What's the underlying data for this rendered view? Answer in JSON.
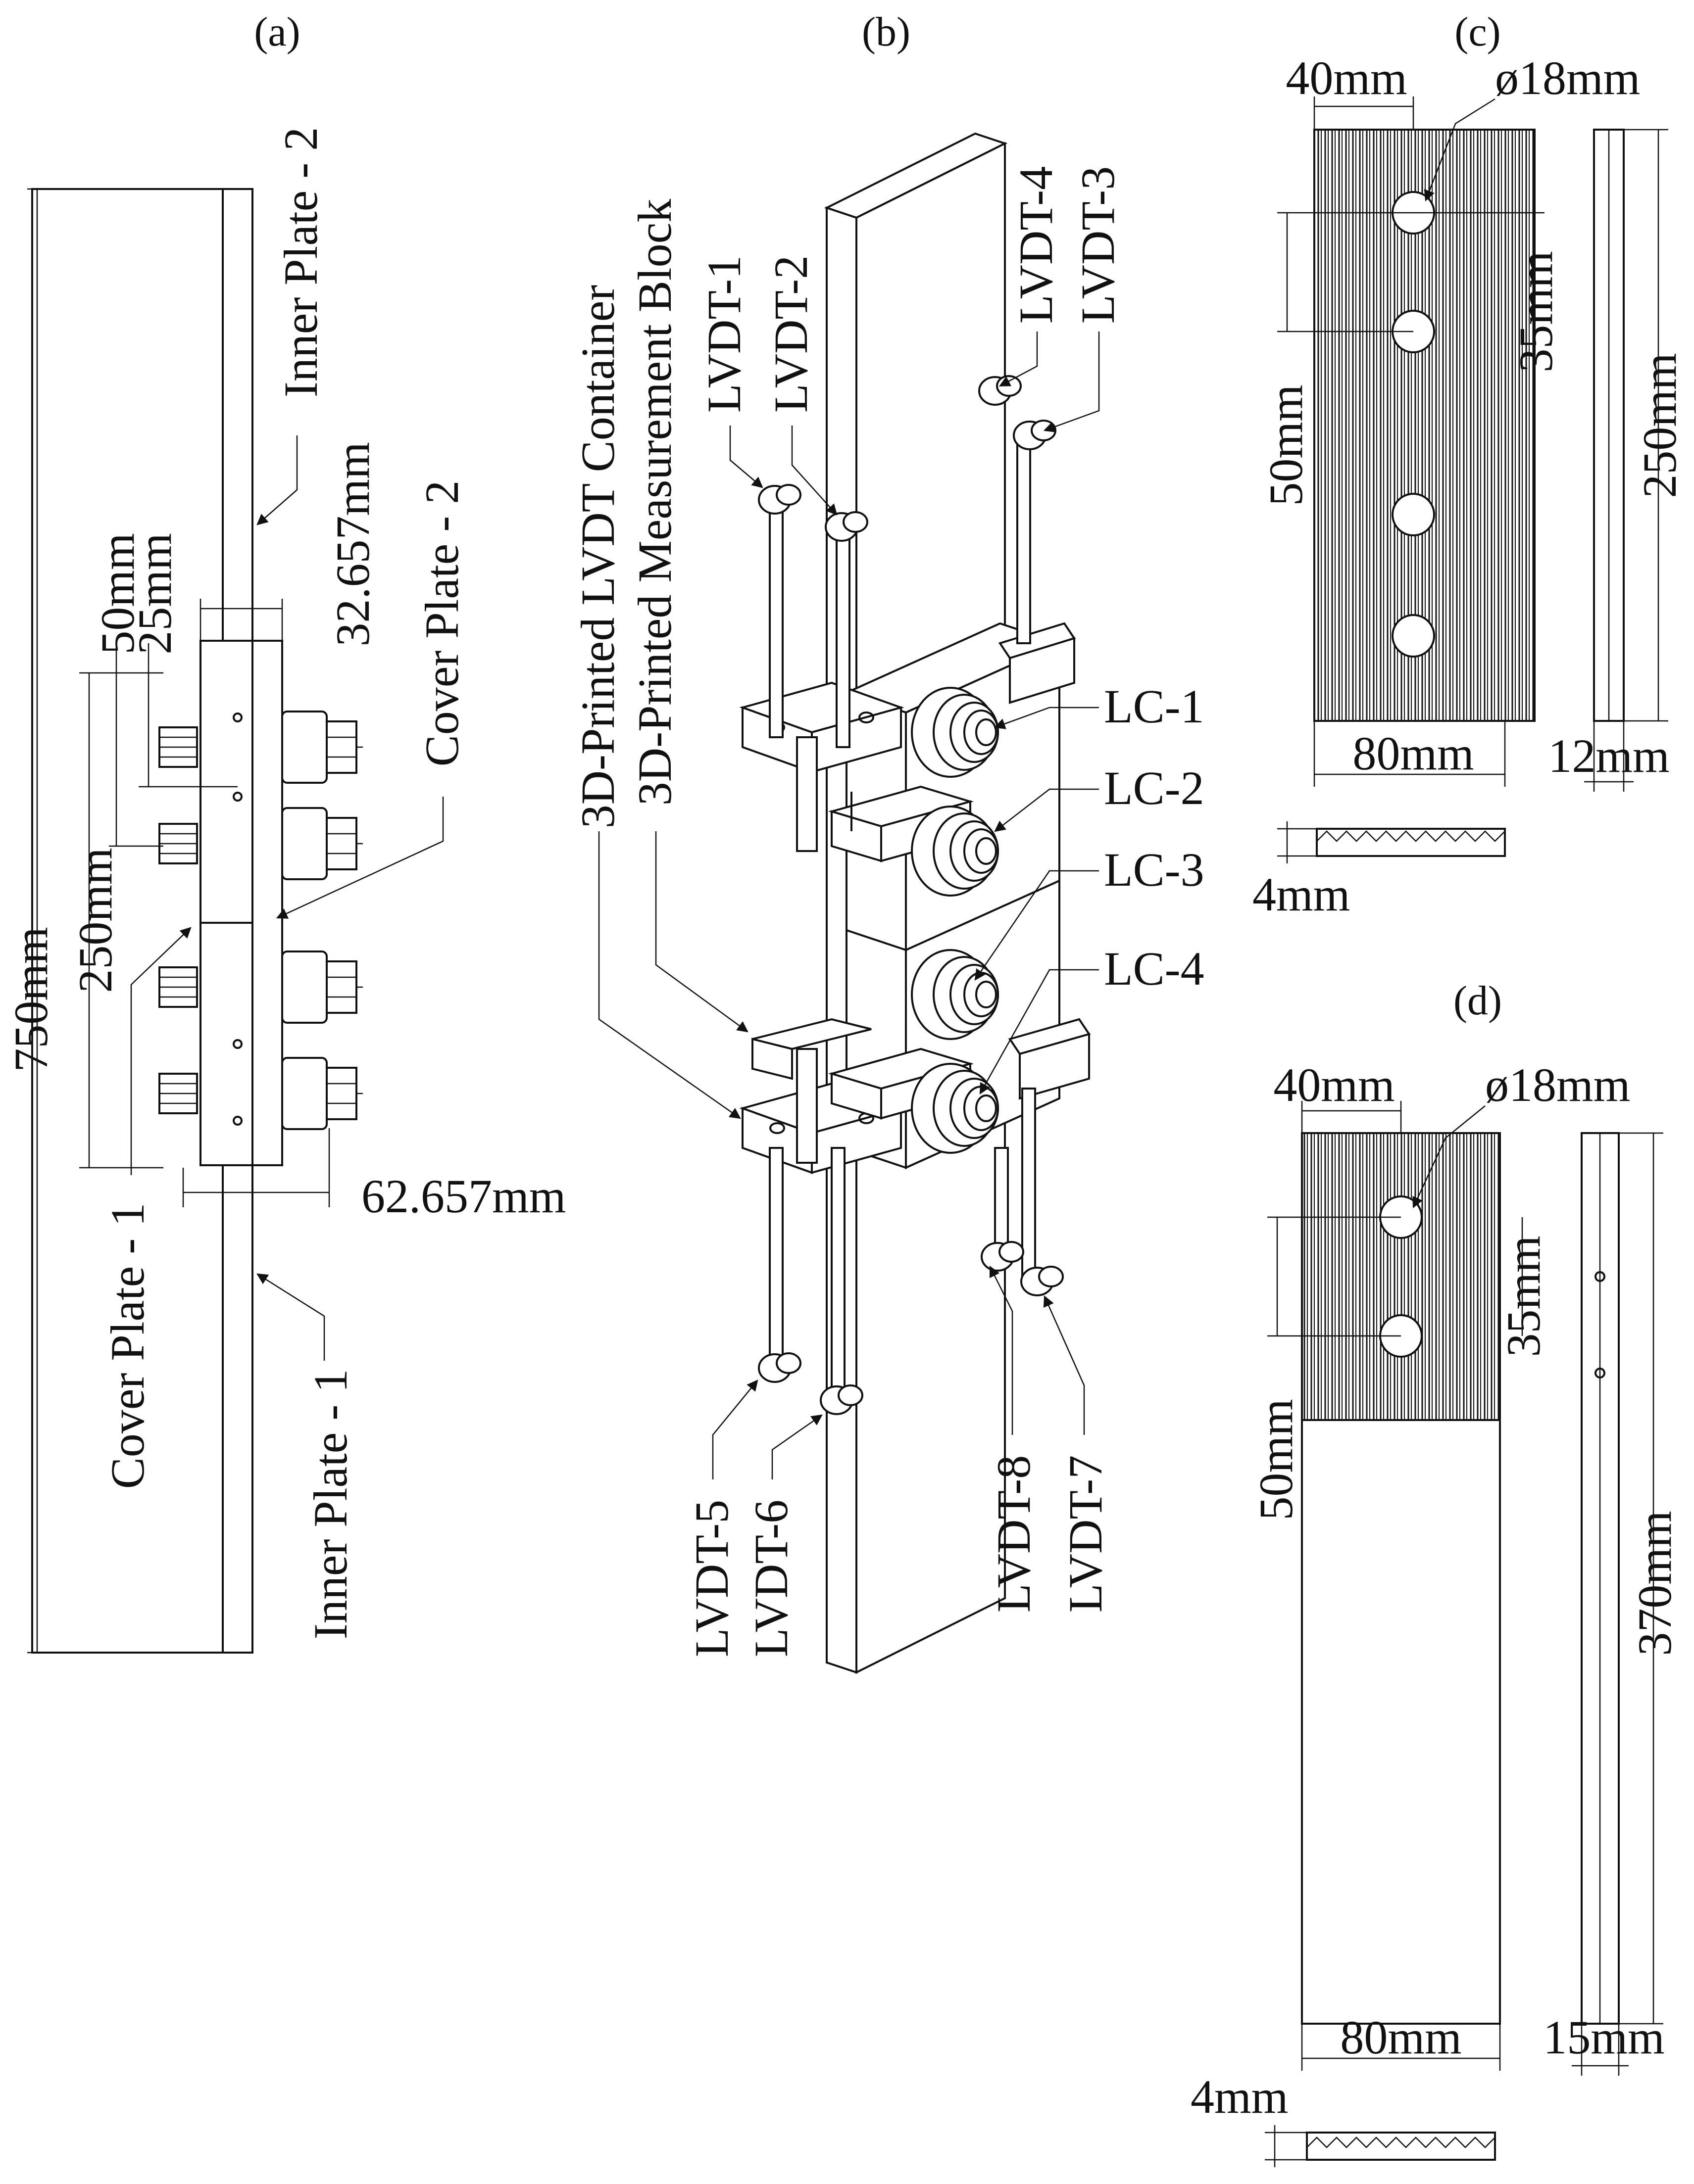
{
  "captions": {
    "a": "(a)",
    "b": "(b)",
    "c": "(c)",
    "d": "(d)"
  },
  "panel_a": {
    "inner_plate_2": "Inner Plate - 2",
    "inner_plate_1": "Inner Plate - 1",
    "cover_plate_2": "Cover Plate - 2",
    "cover_plate_1": "Cover Plate - 1",
    "dim_750": "750mm",
    "dim_250": "250mm",
    "dim_50": "50mm",
    "dim_25": "25mm",
    "dim_32657": "32.657mm",
    "dim_62657": "62.657mm"
  },
  "panel_b": {
    "container": "3D-Printed LVDT Container",
    "block": "3D-Printed Measurement Block",
    "lvdt_1": "LVDT-1",
    "lvdt_2": "LVDT-2",
    "lvdt_3": "LVDT-3",
    "lvdt_4": "LVDT-4",
    "lvdt_5": "LVDT-5",
    "lvdt_6": "LVDT-6",
    "lvdt_7": "LVDT-7",
    "lvdt_8": "LVDT-8",
    "lc_1": "LC-1",
    "lc_2": "LC-2",
    "lc_3": "LC-3",
    "lc_4": "LC-4"
  },
  "panel_c": {
    "dim_40": "40mm",
    "dim_hole": "ø18mm",
    "dim_35": "35mm",
    "dim_50": "50mm",
    "dim_250": "250mm",
    "dim_80": "80mm",
    "dim_12": "12mm",
    "dim_4": "4mm"
  },
  "panel_d": {
    "dim_40": "40mm",
    "dim_hole": "ø18mm",
    "dim_35": "35mm",
    "dim_50": "50mm",
    "dim_370": "370mm",
    "dim_80": "80mm",
    "dim_15": "15mm",
    "dim_4": "4mm"
  }
}
